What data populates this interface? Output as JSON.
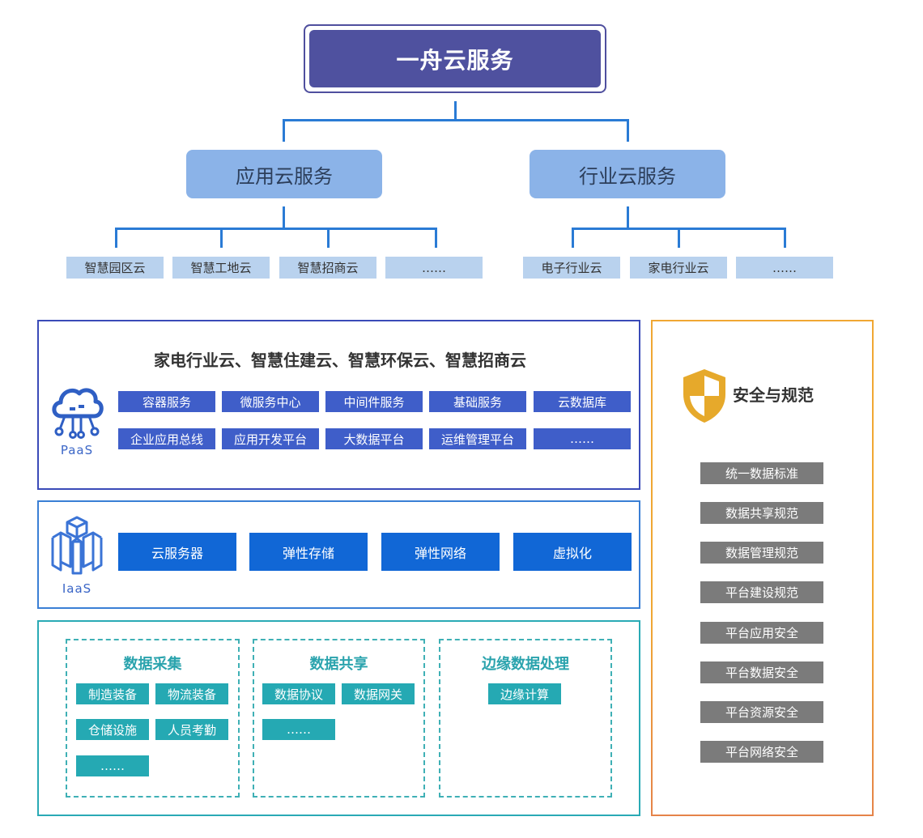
{
  "tree": {
    "root": "一舟云服务",
    "branches": [
      {
        "label": "应用云服务",
        "leaves": [
          "智慧园区云",
          "智慧工地云",
          "智慧招商云",
          "……"
        ]
      },
      {
        "label": "行业云服务",
        "leaves": [
          "电子行业云",
          "家电行业云",
          "……"
        ]
      }
    ]
  },
  "paas": {
    "title": "家电行业云、智慧住建云、智慧环保云、智慧招商云",
    "label": "PaaS",
    "icon": "cloud-network-icon",
    "row1": [
      "容器服务",
      "微服务中心",
      "中间件服务",
      "基础服务",
      "云数据库"
    ],
    "row2": [
      "企业应用总线",
      "应用开发平台",
      "大数据平台",
      "运维管理平台",
      "……"
    ]
  },
  "iaas": {
    "label": "IaaS",
    "icon": "server-cubes-icon",
    "items": [
      "云服务器",
      "弹性存储",
      "弹性网络",
      "虚拟化"
    ]
  },
  "data": {
    "groups": [
      {
        "title": "数据采集",
        "items": [
          "制造装备",
          "物流装备",
          "仓储设施",
          "人员考勤",
          "……"
        ]
      },
      {
        "title": "数据共享",
        "items": [
          "数据协议",
          "数据网关",
          "……"
        ]
      },
      {
        "title": "边缘数据处理",
        "items": [
          "边缘计算"
        ]
      }
    ]
  },
  "security": {
    "title": "安全与规范",
    "icon": "shield-icon",
    "items": [
      "统一数据标准",
      "数据共享规范",
      "数据管理规范",
      "平台建设规范",
      "平台应用安全",
      "平台数据安全",
      "平台资源安全",
      "平台网络安全"
    ]
  },
  "colors": {
    "root": "#4f519f",
    "mid": "#8bb3e8",
    "leaf": "#b9d2ee",
    "paas": "#3f5ec9",
    "iaas": "#1167d6",
    "data": "#25a9b3",
    "security": "#7b7b7b",
    "shield": "#e6a92b"
  }
}
